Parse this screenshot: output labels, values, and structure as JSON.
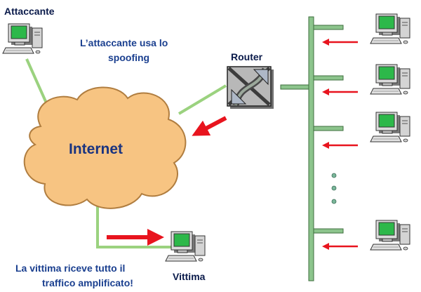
{
  "labels": {
    "attacker": "Attaccante",
    "spoofing_line1": "L’attaccante usa lo",
    "spoofing_line2": "spoofing",
    "router": "Router",
    "internet": "Internet",
    "victim": "Vittima",
    "victim_note_line1": "La vittima riceve tutto il",
    "victim_note_line2": "traffico amplificato!"
  },
  "colors": {
    "text_dark": "#0a1a4a",
    "text_blue": "#1a3f8f",
    "internet_text": "#1a3480",
    "cloud_fill": "#f7c482",
    "cloud_stroke": "#b07d3f",
    "link_green": "#9bd27f",
    "bus_green": "#8cc48c",
    "bus_stroke": "#3e6e3e",
    "arrow_red": "#e8141e",
    "screen_green": "#2db84a",
    "case_gray": "#d9d9d9"
  },
  "icons": {
    "computer": "desktop-computer-icon",
    "router": "router-icon",
    "cloud": "cloud-icon"
  }
}
